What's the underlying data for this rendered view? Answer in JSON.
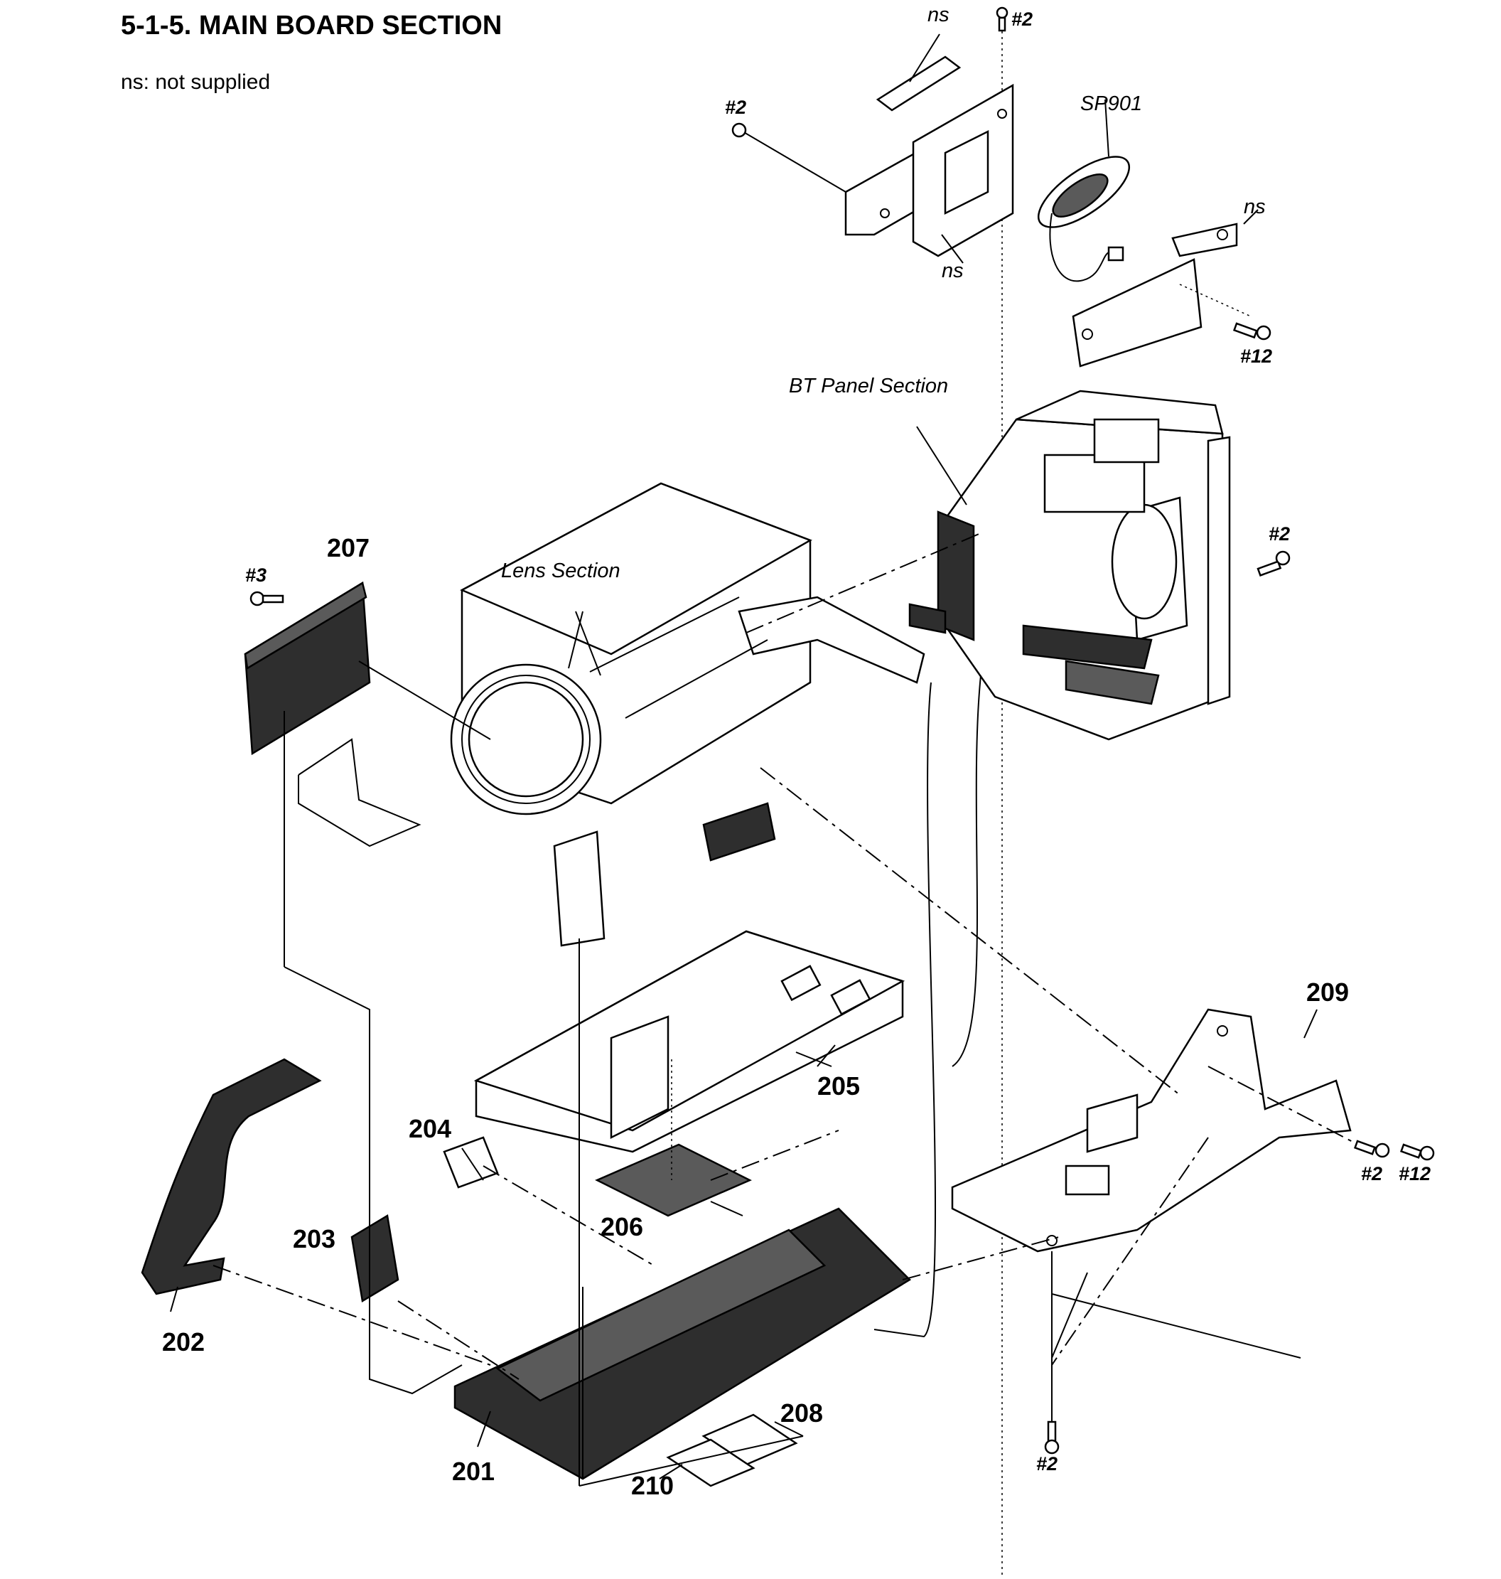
{
  "title": "5-1-5.  MAIN BOARD SECTION",
  "note": "ns: not supplied",
  "sections": {
    "bt_panel": "BT Panel Section",
    "lens": "Lens Section"
  },
  "parts": {
    "p201": "201",
    "p202": "202",
    "p203": "203",
    "p204": "204",
    "p205": "205",
    "p206": "206",
    "p207": "207",
    "p208": "208",
    "p209": "209",
    "p210": "210",
    "sp901": "SP901"
  },
  "not_supplied": "ns",
  "screws": {
    "s2": "#2",
    "s3": "#3",
    "s12": "#12"
  }
}
